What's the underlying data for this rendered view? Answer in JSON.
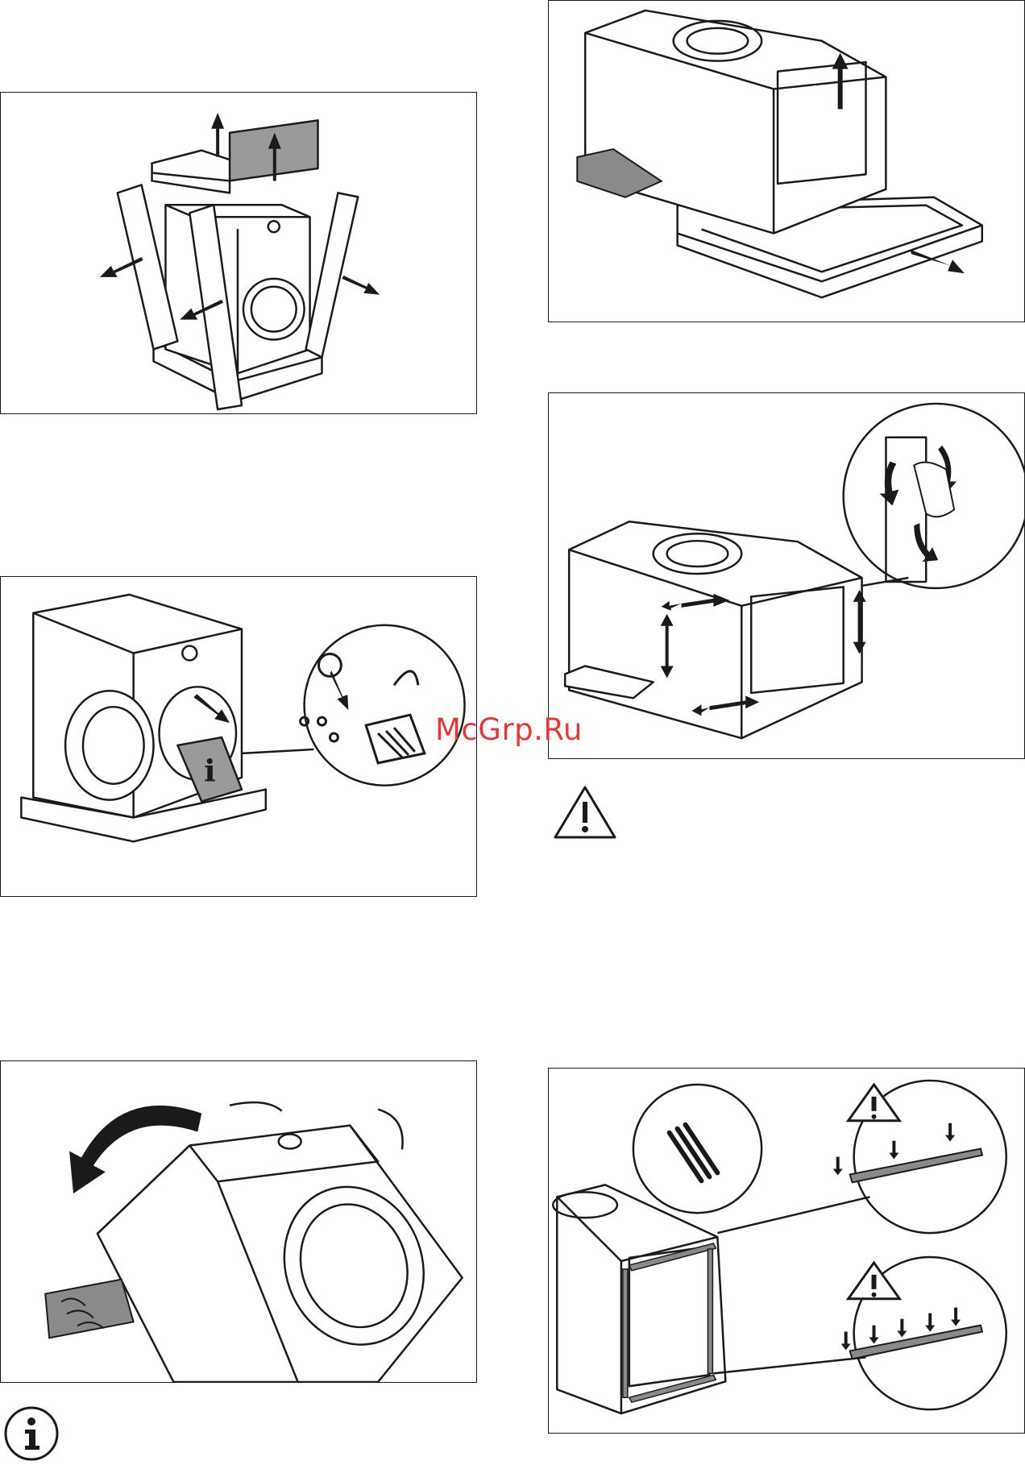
{
  "watermark": {
    "text": "McGrp.Ru",
    "color": "#e03a3a"
  },
  "colors": {
    "line": "#1a1a1a",
    "fill_grey": "#9a9a9a",
    "fill_dark": "#6e6e6e"
  },
  "icons": {
    "warning": "warning-triangle-icon",
    "info": "info-circle-icon"
  },
  "figures": [
    {
      "id": "remove-packaging",
      "icon": "washing-machine-illustration"
    },
    {
      "id": "remove-polystyrene-base",
      "icon": "machine-lifted-illustration"
    },
    {
      "id": "remove-accessory-bag",
      "icon": "accessory-bag-illustration"
    },
    {
      "id": "remove-tapes-inside",
      "icon": "tape-removal-illustration"
    },
    {
      "id": "tilt-machine",
      "icon": "tilt-machine-illustration"
    },
    {
      "id": "fit-polystyrene-strips",
      "icon": "polystyrene-strip-illustration"
    }
  ]
}
